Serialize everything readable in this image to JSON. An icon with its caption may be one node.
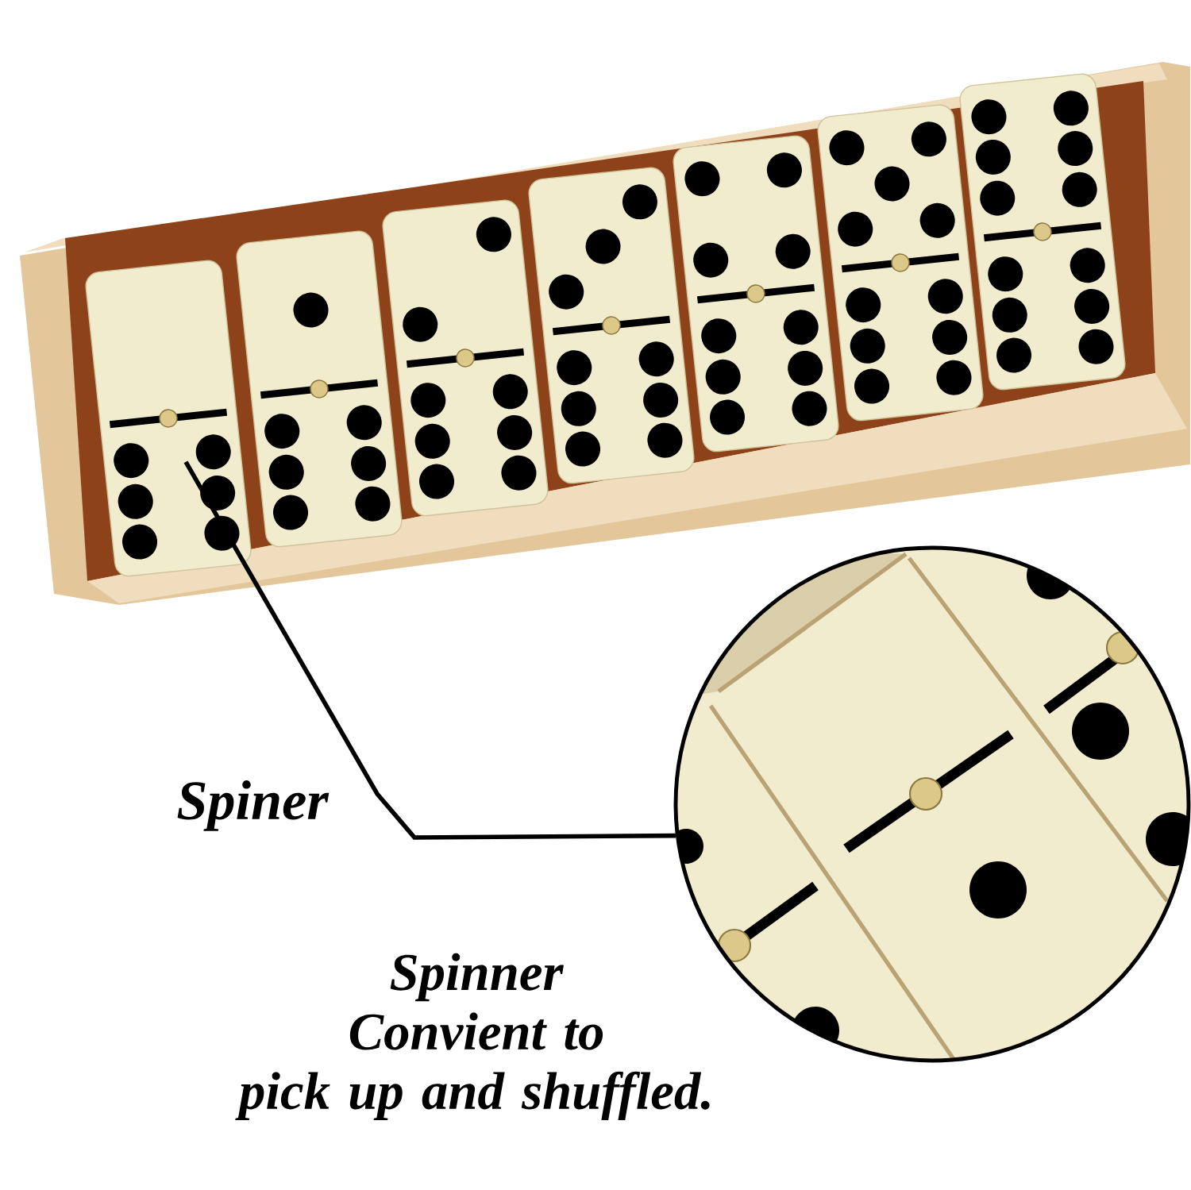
{
  "diagram": {
    "nodes": [
      {
        "text": [],
        "shape": "box"
      },
      {
        "text": [],
        "shape": "circle"
      }
    ],
    "edges": [
      {
        "from": 0,
        "to": 1,
        "arrow": "none"
      }
    ],
    "labels": [
      "Spiner",
      "Spinner Convient to pick up and shuffled."
    ]
  }
}
